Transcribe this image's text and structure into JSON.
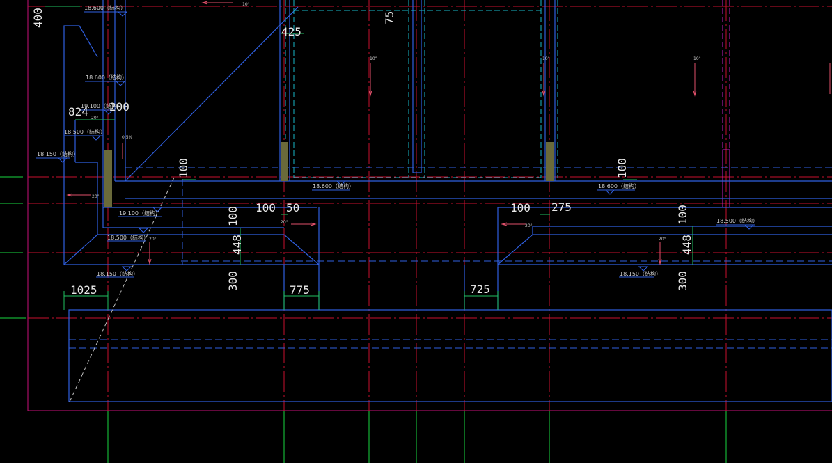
{
  "colors": {
    "background": "#000000",
    "axis": "#c8102e",
    "boundary": "#c8107a",
    "structure": "#2f5fe0",
    "dashed_cyan": "#19b7c8",
    "dim_line": "#20c060",
    "grid_green": "#19d640",
    "pink_red": "#e0506a",
    "column_fill": "#6a6a3a",
    "text": "#e8e8e8",
    "dashed_white": "#bfbfbf",
    "magenta": "#c020c0"
  },
  "dimensions": {
    "d400": "400",
    "d425": "425",
    "d75": "75",
    "d824": "824",
    "d200": "200",
    "d100_a": "100",
    "d100_b": "100",
    "d100_c": "100",
    "d50": "50",
    "d100_d": "100",
    "d275": "275",
    "d100_e": "100",
    "d100_f": "100",
    "d448_a": "448",
    "d448_b": "448",
    "d300_a": "300",
    "d300_b": "300",
    "d1025": "1025",
    "d775": "775",
    "d725": "725"
  },
  "elevations": {
    "e1": "18.600（结构）",
    "e2": "18.600（结构）",
    "e3": "19.100（结构）",
    "e4": "18.500（结构）",
    "e5": "18.150（结构）",
    "e6": "18.600（结构）",
    "e7": "18.600（结构）",
    "e8": "19.100（结构）",
    "e9": "18.500（结构）",
    "e10": "18.150（结构）",
    "e11": "18.500（结构）",
    "e12": "18.150（结构）"
  },
  "slopes": {
    "s_top": "10°",
    "s1": "10°",
    "s2": "10°",
    "s3": "10°",
    "s_05": "0.5%",
    "s_a": "20°",
    "s_b": "20°",
    "s_c": "20°",
    "s_d": "20°",
    "s_e": "20°",
    "s_f": "20°"
  }
}
